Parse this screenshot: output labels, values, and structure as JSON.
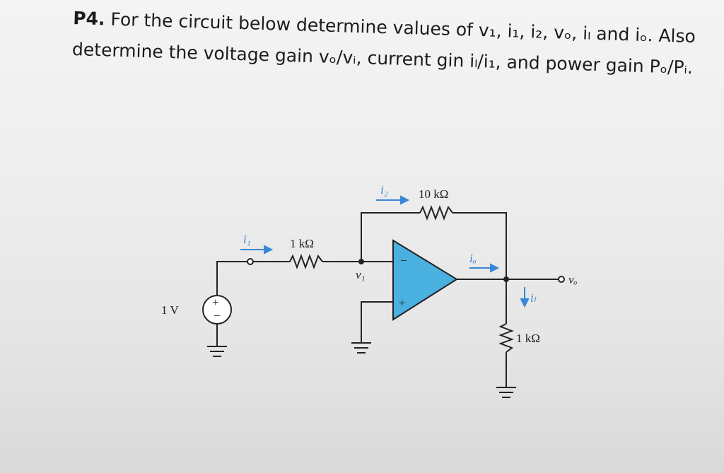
{
  "problem": {
    "number": "P4.",
    "line1": "For the circuit below determine values of v₁, i₁, i₂, vₒ, iₗ and iₒ. Also",
    "line2": "determine the voltage gain vₒ/vᵢ, current gin iₗ/i₁, and power gain Pₒ/Pᵢ."
  },
  "circuit": {
    "source_label": "1 V",
    "r_in_label": "1 kΩ",
    "r_fb_label": "10 kΩ",
    "r_load_label": "1 kΩ",
    "i1_label": "i₁",
    "i2_label": "i₂",
    "io_label": "iₒ",
    "il_label": "iₗ",
    "v1_label": "v₁",
    "vo_label": "vₒ",
    "plus_sign": "+",
    "minus_sign": "−",
    "src_plus": "+",
    "src_minus": "−"
  },
  "colors": {
    "opamp_fill": "#4ab0e0",
    "arrow_blue": "#3a87d6",
    "wire": "#222222"
  }
}
